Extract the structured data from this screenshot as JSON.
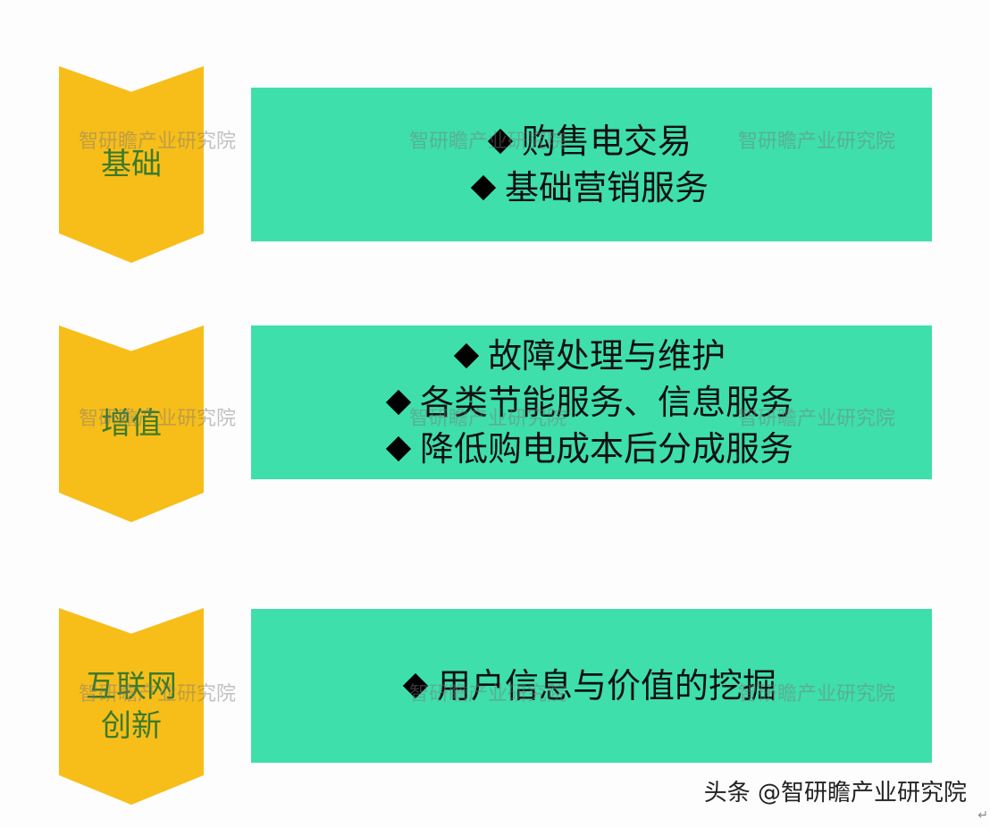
{
  "stages": [
    {
      "label": "基础",
      "items": [
        "购售电交易",
        "基础营销服务"
      ]
    },
    {
      "label": "增值",
      "items": [
        "故障处理与维护",
        "各类节能服务、信息服务",
        "降低购电成本后分成服务"
      ]
    },
    {
      "label": "互联网\n创新",
      "items": [
        "用户信息与价值的挖掘"
      ]
    }
  ],
  "watermark": "智研瞻产业研究院",
  "footer": "头条 @智研瞻产业研究院",
  "colors": {
    "chevron": "#f7be1a",
    "chevron_text": "#3c7a2a",
    "box": "#3edfab",
    "bullet": "#000000"
  }
}
